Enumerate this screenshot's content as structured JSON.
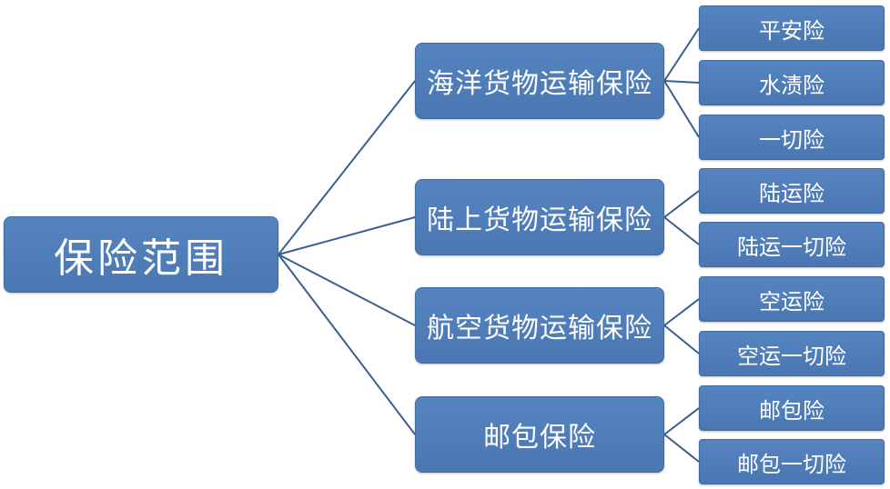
{
  "diagram": {
    "type": "tree",
    "colors": {
      "box_fill": "#4f7ebb",
      "box_border": "#3f6aa3",
      "text": "#ffffff",
      "connector": "#3a5f92"
    },
    "root": {
      "label": "保险范围"
    },
    "branches": [
      {
        "label": "海洋货物运输保险",
        "children": [
          {
            "label": "平安险"
          },
          {
            "label": "水渍险"
          },
          {
            "label": "一切险"
          }
        ]
      },
      {
        "label": "陆上货物运输保险",
        "children": [
          {
            "label": "陆运险"
          },
          {
            "label": "陆运一切险"
          }
        ]
      },
      {
        "label": "航空货物运输保险",
        "children": [
          {
            "label": "空运险"
          },
          {
            "label": "空运一切险"
          }
        ]
      },
      {
        "label": "邮包保险",
        "children": [
          {
            "label": "邮包险"
          },
          {
            "label": "邮包一切险"
          }
        ]
      }
    ]
  }
}
